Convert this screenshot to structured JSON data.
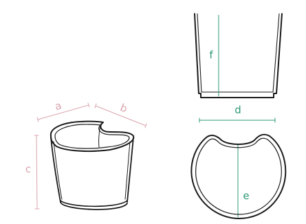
{
  "labels": {
    "a": "a",
    "b": "b",
    "c": "c",
    "d": "d",
    "e": "e",
    "f": "f"
  },
  "colors": {
    "outline": "#1a1a1a",
    "dimension_pink": "#d9a3ad",
    "dimension_green": "#2e9a73",
    "background": "#ffffff"
  }
}
